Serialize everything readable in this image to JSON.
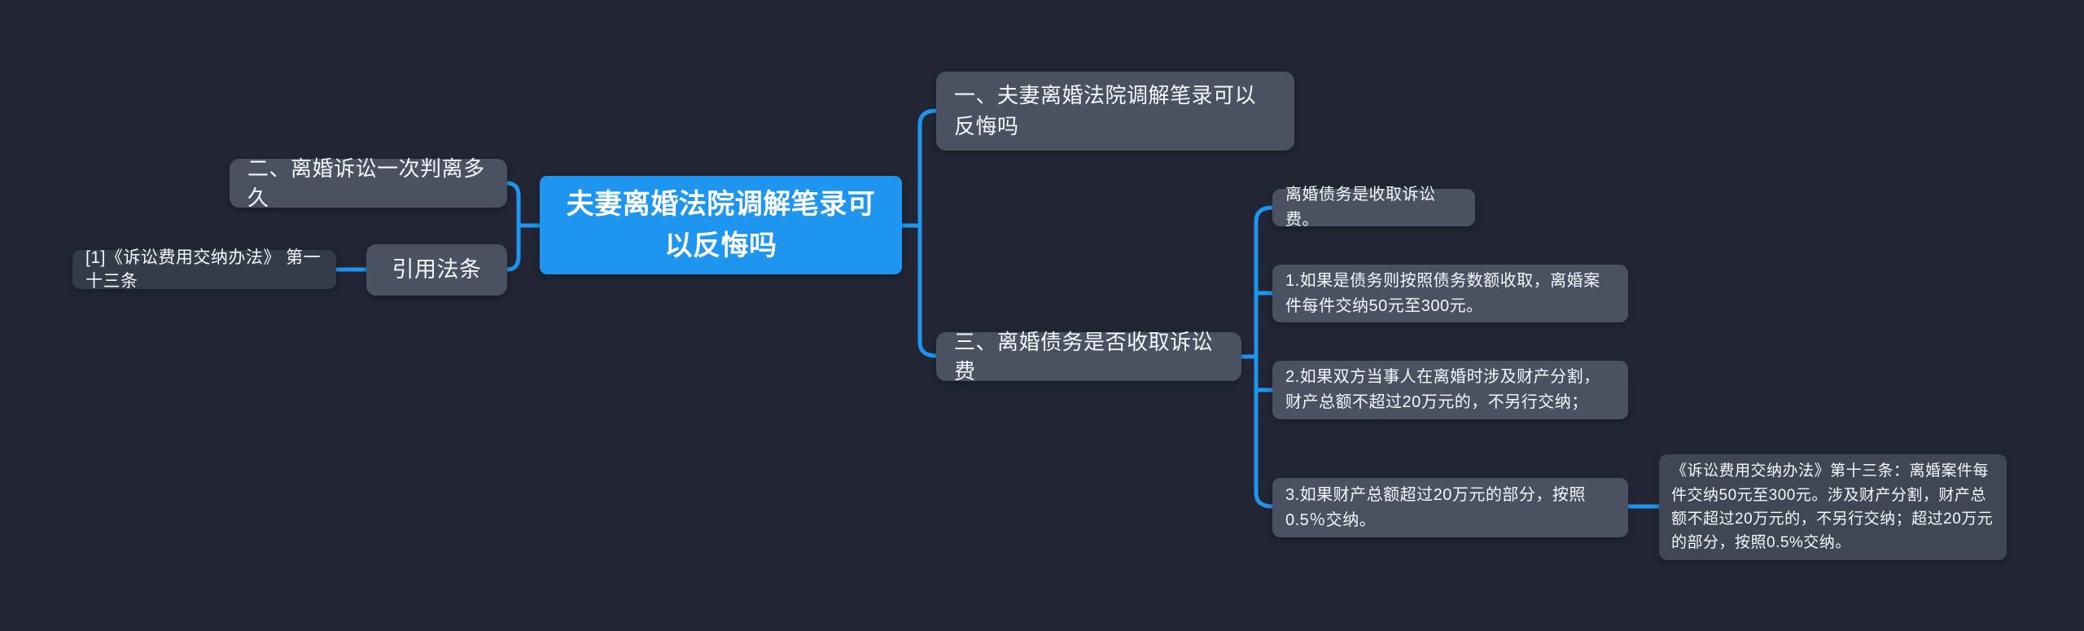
{
  "app": {
    "title": "夫妻离婚法院调解笔录可以反悔吗 - 思维导图",
    "background_color": "#222634",
    "accent_color": "#1e96f0",
    "node_color": "#4a5160",
    "node_dark_color": "#343b49",
    "node_medium_color": "#3f4654",
    "text_color": "#f5f7fa"
  },
  "mindmap": {
    "root": {
      "label": "夫妻离婚法院调解笔录可以反悔吗"
    },
    "left_branches": [
      {
        "label": "二、离婚诉讼一次判离多久"
      },
      {
        "label": "引用法条",
        "children": [
          {
            "label": "[1]《诉讼费用交纳办法》 第一十三条"
          }
        ]
      }
    ],
    "right_branches": [
      {
        "label": "一、夫妻离婚法院调解笔录可以反悔吗"
      },
      {
        "label": "三、离婚债务是否收取诉讼费",
        "children": [
          {
            "label": "离婚债务是收取诉讼费。"
          },
          {
            "label": "1.如果是债务则按照债务数额收取，离婚案件每件交纳50元至300元。"
          },
          {
            "label": "2.如果双方当事人在离婚时涉及财产分割，财产总额不超过20万元的，不另行交纳；"
          },
          {
            "label": "3.如果财产总额超过20万元的部分，按照0.5％交纳。",
            "children": [
              {
                "label": "《诉讼费用交纳办法》第十三条：离婚案件每件交纳50元至300元。涉及财产分割，财产总额不超过20万元的，不另行交纳；超过20万元的部分，按照0.5%交纳。"
              }
            ]
          }
        ]
      }
    ]
  }
}
